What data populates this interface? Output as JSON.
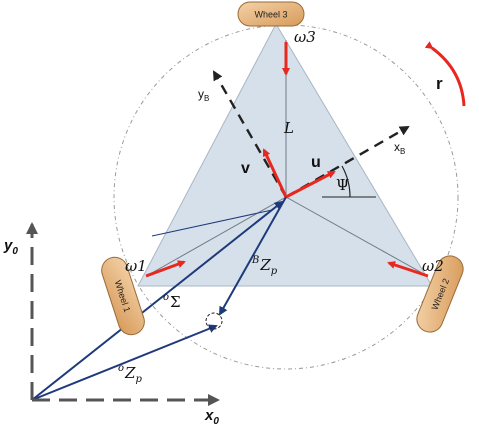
{
  "diagram": {
    "wheels": [
      {
        "label": "Wheel 3",
        "omega": "ω3"
      },
      {
        "label": "Wheel 1",
        "omega": "ω1"
      },
      {
        "label": "Wheel 2",
        "omega": "ω2"
      }
    ],
    "labels": {
      "L": "L",
      "v": "v",
      "u": "u",
      "psi": "Ψ",
      "r": "r",
      "xb": "x",
      "xb_sub": "B",
      "yb": "y",
      "yb_sub": "B",
      "bzp": "Z",
      "bzp_pre": "B",
      "bzp_sub": "p",
      "osigma": "Σ",
      "osigma_pre": "o",
      "ozp": "Z",
      "ozp_pre": "o",
      "ozp_sub": "p",
      "y0": "y",
      "y0_sub": "0",
      "x0": "x",
      "x0_sub": "0"
    },
    "colors": {
      "triangle_fill": "#d6e0ea",
      "triangle_stroke": "#a9b6c3",
      "force_arrow": "#e8281e",
      "position_arrow": "#1f3a7a",
      "frame_axis": "#333333",
      "wheel_fill": "#e9b982",
      "circle": "#9a9a9a"
    }
  }
}
